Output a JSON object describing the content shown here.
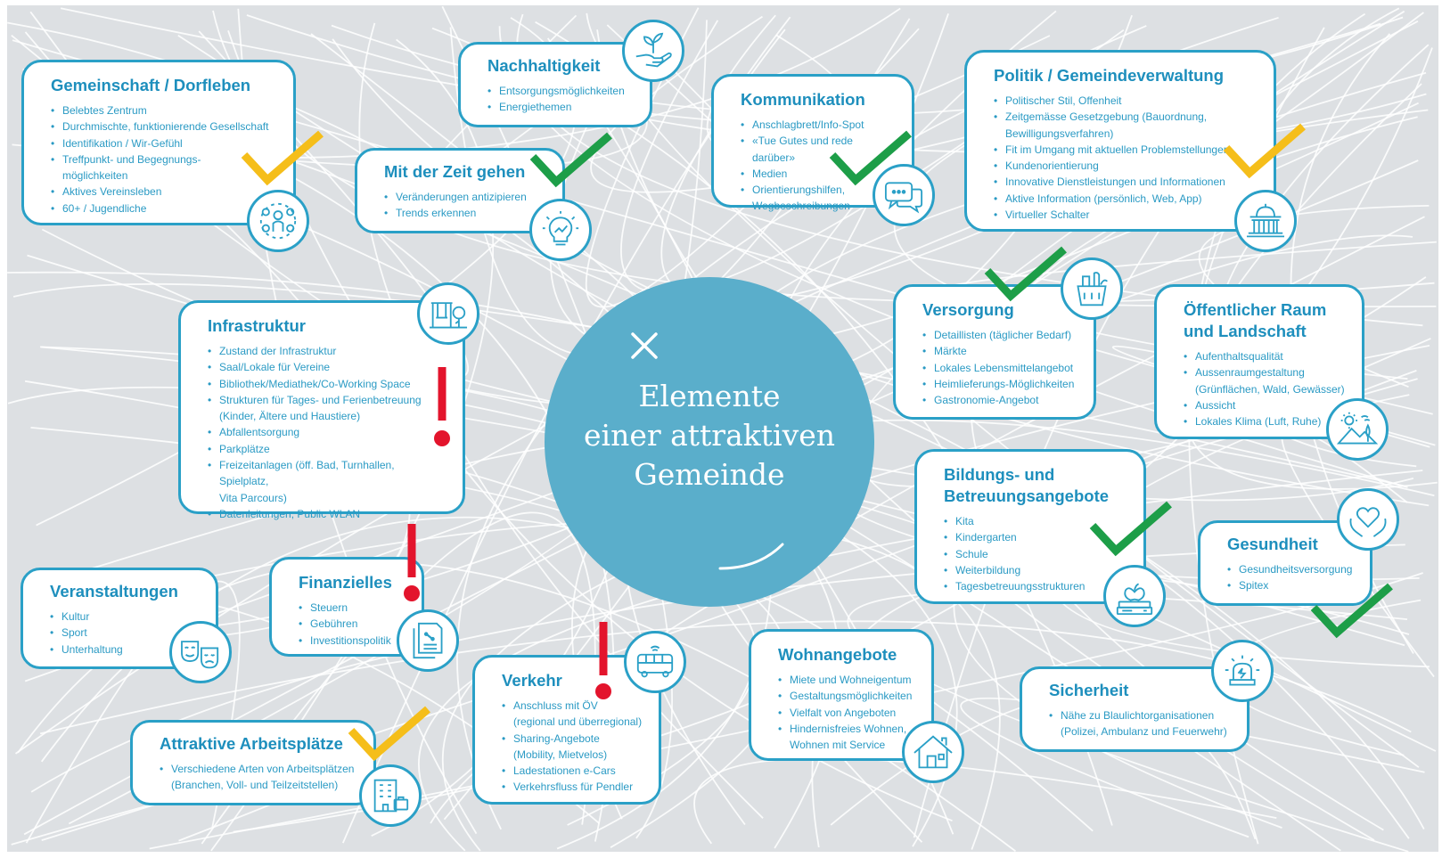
{
  "center": {
    "title_line1": "Elemente",
    "title_line2": "einer attraktiven",
    "title_line3": "Gemeinde"
  },
  "boxes": {
    "gemeinschaft": {
      "title": "Gemeinschaft / Dorfleben",
      "items": [
        "Belebtes Zentrum",
        "Durchmischte, funktionierende Gesellschaft",
        "Identifikation / Wir-Gefühl",
        "Treffpunkt- und  Begegnungs-",
        "Aktives Vereinsleben",
        "60+ / Jugendliche"
      ],
      "item_cont": "möglichkeiten",
      "icon": "community-people-icon",
      "status": "yellow-check"
    },
    "nachhaltigkeit": {
      "title": "Nachhaltigkeit",
      "items": [
        "Entsorgungsmöglichkeiten",
        "Energiethemen"
      ],
      "icon": "plant-in-hand-icon"
    },
    "mitzeit": {
      "title": "Mit der Zeit gehen",
      "items": [
        "Veränderungen antizipieren",
        "Trends erkennen"
      ],
      "icon": "lightbulb-trend-icon",
      "status": "green-check"
    },
    "kommunikation": {
      "title": "Kommunikation",
      "items": [
        "Anschlagbrett/Info-Spot",
        "«Tue Gutes und rede darüber»",
        "Medien",
        "Orientierungshilfen,"
      ],
      "item_cont": "Wegbeschreibungen",
      "icon": "chat-bubbles-icon",
      "status": "green-check"
    },
    "politik": {
      "title": "Politik / Gemeindeverwaltung",
      "items": [
        "Politischer Stil, Offenheit",
        "Zeitgemässe Gesetzgebung (Bauordnung,",
        "Fit im Umgang mit aktuellen Problemstellungen",
        "Kundenorientierung",
        "Innovative Dienstleistungen und Informationen",
        "Aktive Information (persönlich, Web, App)",
        "Virtueller Schalter"
      ],
      "item_cont": "Bewilligungsverfahren)",
      "icon": "government-building-icon",
      "status": "yellow-check"
    },
    "infrastruktur": {
      "title": "Infrastruktur",
      "items": [
        "Zustand der Infrastruktur",
        "Saal/Lokale für Vereine",
        "Bibliothek/Mediathek/Co-Working Space",
        "Strukturen für Tages- und Ferienbetreuung",
        "Abfallentsorgung",
        "Parkplätze",
        "Freizeitanlagen (öff. Bad, Turnhallen, Spielplatz,",
        "Datenleitungen, Public WLAN"
      ],
      "item_cont1": "(Kinder, Ältere und Haustiere)",
      "item_cont2": "Vita Parcours)",
      "icon": "playground-tree-icon",
      "status": "red-exclamation"
    },
    "versorgung": {
      "title": "Versorgung",
      "items": [
        "Detaillisten (täglicher Bedarf)",
        "Märkte",
        "Lokales Lebensmittelangebot",
        "Heimlieferungs-Möglichkeiten",
        "Gastronomie-Angebot"
      ],
      "icon": "grocery-bag-icon",
      "status": "green-check"
    },
    "oeffentlich": {
      "title_line1": "Öffentlicher Raum",
      "title_line2": "und Landschaft",
      "items": [
        "Aufenthaltsqualität",
        "Aussenraumgestaltung",
        "Aussicht",
        "Lokales Klima (Luft, Ruhe)"
      ],
      "item_cont": "(Grünflächen, Wald, Gewässer)",
      "icon": "landscape-sun-icon"
    },
    "bildung": {
      "title_line1": "Bildungs- und",
      "title_line2": "Betreuungsangebote",
      "items": [
        "Kita",
        "Kindergarten",
        "Schule",
        "Weiterbildung",
        "Tagesbetreuungsstrukturen"
      ],
      "icon": "apple-books-icon",
      "status": "green-check"
    },
    "gesundheit": {
      "title": "Gesundheit",
      "items": [
        "Gesundheitsversorgung",
        "Spitex"
      ],
      "icon": "heart-hands-icon",
      "status": "green-check"
    },
    "veranstaltungen": {
      "title": "Veranstaltungen",
      "items": [
        "Kultur",
        "Sport",
        "Unterhaltung"
      ],
      "icon": "theater-masks-icon"
    },
    "finanzielles": {
      "title": "Finanzielles",
      "items": [
        "Steuern",
        "Gebühren",
        "Investitionspolitik"
      ],
      "icon": "tax-document-icon",
      "status": "red-exclamation"
    },
    "verkehr": {
      "title": "Verkehr",
      "items": [
        "Anschluss mit ÖV",
        "Sharing-Angebote",
        "Ladestationen e-Cars",
        "Verkehrsfluss für Pendler"
      ],
      "item_cont1": "(regional und überregional)",
      "item_cont2": "(Mobility, Mietvelos)",
      "icon": "bus-icon",
      "status": "red-exclamation"
    },
    "wohnangebote": {
      "title": "Wohnangebote",
      "items": [
        "Miete und Wohneigentum",
        "Gestaltungsmöglichkeiten",
        "Vielfalt von Angeboten",
        "Hindernisfreies Wohnen,"
      ],
      "item_cont": "Wohnen mit Service",
      "icon": "house-icon"
    },
    "sicherheit": {
      "title": "Sicherheit",
      "items": [
        "Nähe zu Blaulichtorganisationen"
      ],
      "item_cont": "(Polizei, Ambulanz und Feuerwehr)",
      "icon": "siren-light-icon"
    },
    "arbeitsplaetze": {
      "title": "Attraktive Arbeitsplätze",
      "items": [
        "Verschiedene Arten von Arbeitsplätzen"
      ],
      "item_cont": "(Branchen, Voll- und Teilzeitstellen)",
      "icon": "office-building-icon",
      "status": "yellow-check"
    }
  },
  "colors": {
    "background": "#dde0e3",
    "accent_blue": "#2aa0c7",
    "center_circle": "#5aaecb",
    "check_green": "#1d9e48",
    "check_yellow": "#f5be1a",
    "exclamation_red": "#e3142c"
  }
}
